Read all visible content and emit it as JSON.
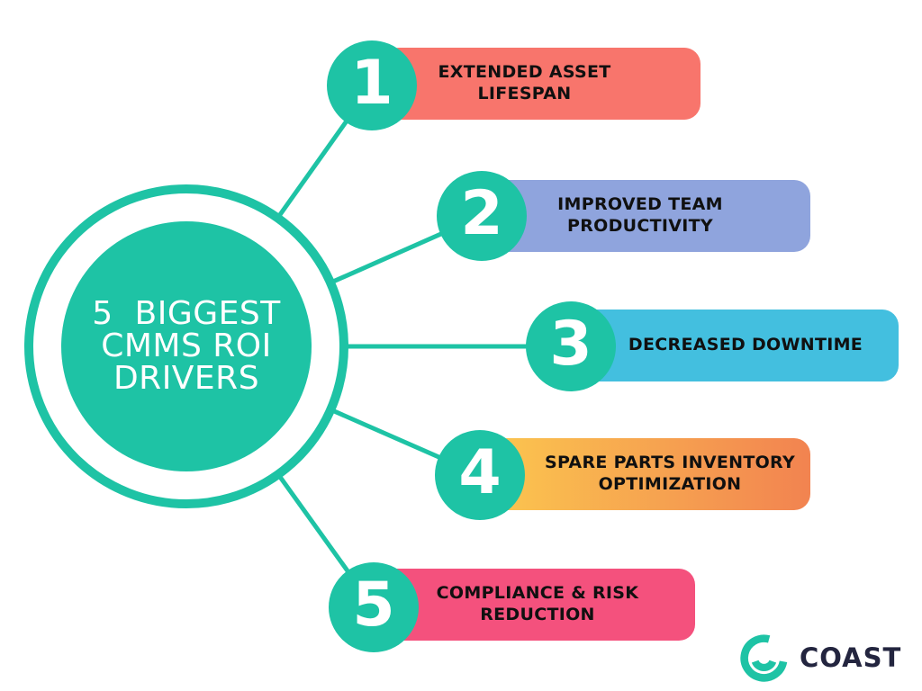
{
  "title": "5 Biggest CMMS ROI Drivers infographic",
  "colors": {
    "teal": "#1EC3A5",
    "bar_text": "#101010",
    "logo_text": "#23253F",
    "background": "#FFFFFF"
  },
  "center": {
    "title_lines": [
      "5  BIGGEST",
      "CMMS ROI",
      "DRIVERS"
    ]
  },
  "items": [
    {
      "number": "1",
      "label": "EXTENDED ASSET LIFESPAN",
      "color": "#F8756C"
    },
    {
      "number": "2",
      "label": "IMPROVED TEAM PRODUCTIVITY",
      "color": "#8FA4DD"
    },
    {
      "number": "3",
      "label": "DECREASED DOWNTIME",
      "color": "#43BFDF"
    },
    {
      "number": "4",
      "label": "SPARE PARTS INVENTORY OPTIMIZATION",
      "color": "#FBC64F",
      "color_end": "#F28350"
    },
    {
      "number": "5",
      "label": "COMPLIANCE & RISK REDUCTION",
      "color": "#F4517D"
    }
  ],
  "logo": {
    "text": "COAST",
    "mark": "coast-smile-icon"
  }
}
